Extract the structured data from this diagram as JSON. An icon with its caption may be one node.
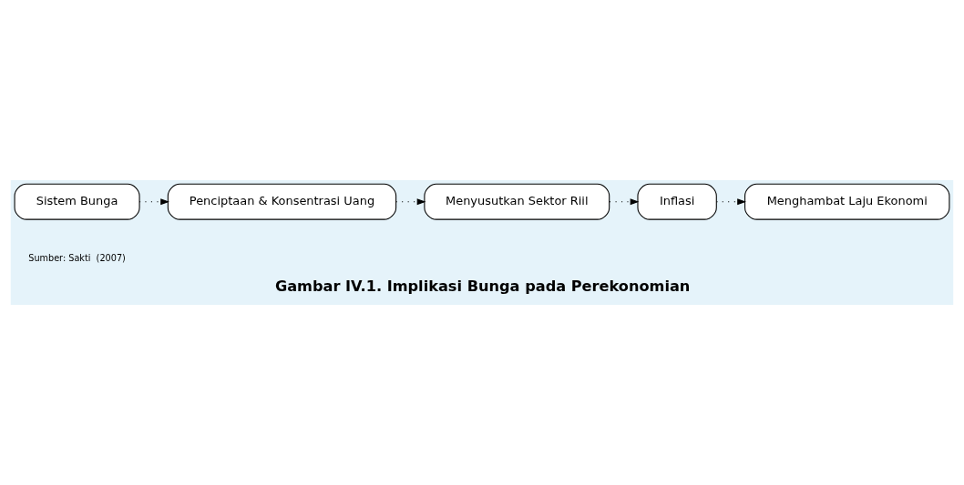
{
  "diagram": {
    "caption": "Gambar IV.1. Implikasi Bunga pada Perekonomian",
    "nodes": [
      {
        "text": [
          "Sistem Bunga"
        ]
      },
      {
        "text": [
          "Penciptaan & Konsentrasi Uang"
        ]
      },
      {
        "text": [
          "Menyusutkan Sektor Riil"
        ]
      },
      {
        "text": [
          "Inflasi"
        ]
      },
      {
        "text": [
          "Menghambat Laju Ekonomi"
        ]
      }
    ],
    "edges": [
      {
        "from": 0,
        "to": 1,
        "arrow": "to"
      },
      {
        "from": 1,
        "to": 2,
        "arrow": "to"
      },
      {
        "from": 2,
        "to": 3,
        "arrow": "to"
      },
      {
        "from": 3,
        "to": 4,
        "arrow": "to"
      }
    ],
    "labels": [
      "Sumber: Sakti  (2007)"
    ]
  }
}
